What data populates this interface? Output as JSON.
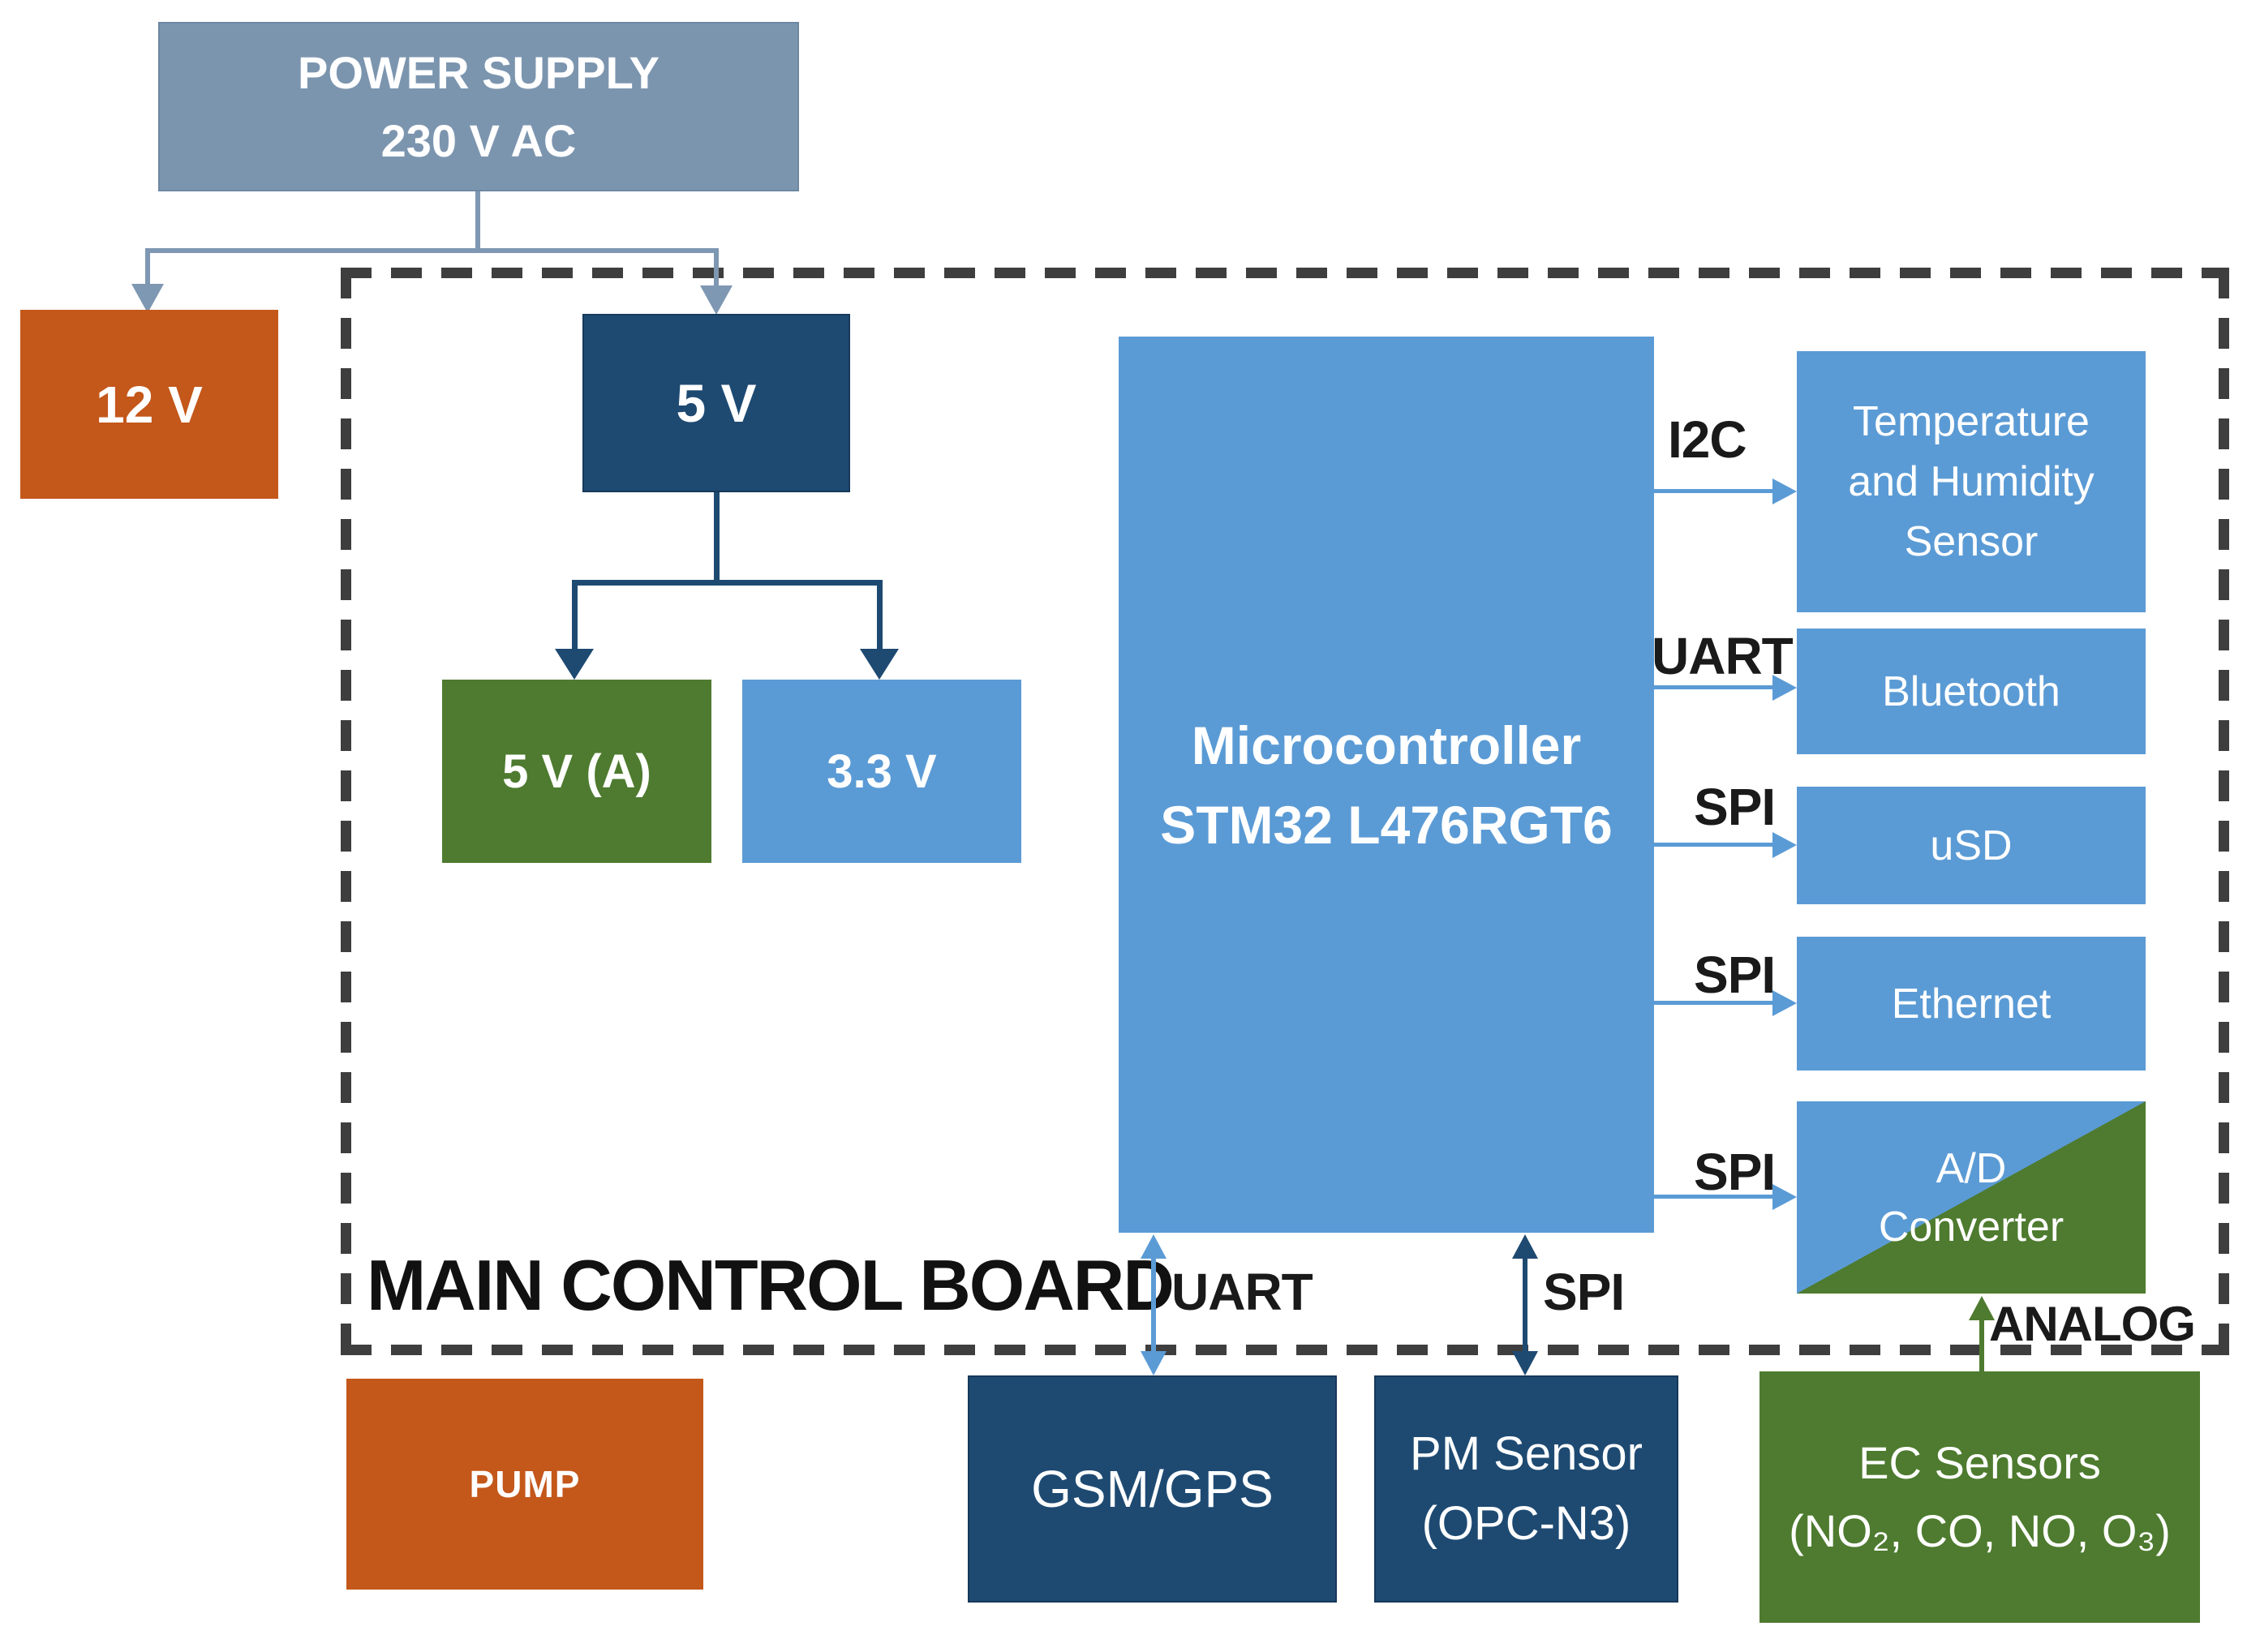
{
  "power": {
    "supply_line1": "POWER SUPPLY",
    "supply_line2": "230 V AC",
    "rail_12v": "12 V",
    "rail_5v": "5 V",
    "rail_5va": "5 V (A)",
    "rail_3v3": "3.3 V"
  },
  "board": {
    "title": "MAIN CONTROL BOARD"
  },
  "mcu": {
    "line1": "Microcontroller",
    "line2": "STM32 L476RGT6"
  },
  "right_ports": [
    {
      "bus": "I2C",
      "device": "Temperature and Humidity Sensor"
    },
    {
      "bus": "UART",
      "device": "Bluetooth"
    },
    {
      "bus": "SPI",
      "device": "uSD"
    },
    {
      "bus": "SPI",
      "device": "Ethernet"
    },
    {
      "bus": "SPI",
      "device_line1": "A/D",
      "device_line2": "Converter"
    }
  ],
  "bottom": {
    "uart_bus": "UART",
    "spi_bus": "SPI",
    "analog_bus": "ANALOG",
    "pump": "PUMP",
    "gsm_gps": "GSM/GPS",
    "pm_line1": "PM Sensor",
    "pm_line2": "(OPC-N3)",
    "ec_line1": "EC Sensors",
    "ec_line2": "(NO₂, CO, NO, O₃)"
  },
  "colors": {
    "steel_blue_box": "#7C95AF",
    "orange_box": "#C4571A",
    "navy_box": "#1E4A72",
    "green_box": "#4E7B2F",
    "light_blue_box": "#5B9BD5",
    "dashed_border": "#3E3E3E",
    "label_text": "#1A1A1A",
    "box_text": "#FFFFFF"
  }
}
